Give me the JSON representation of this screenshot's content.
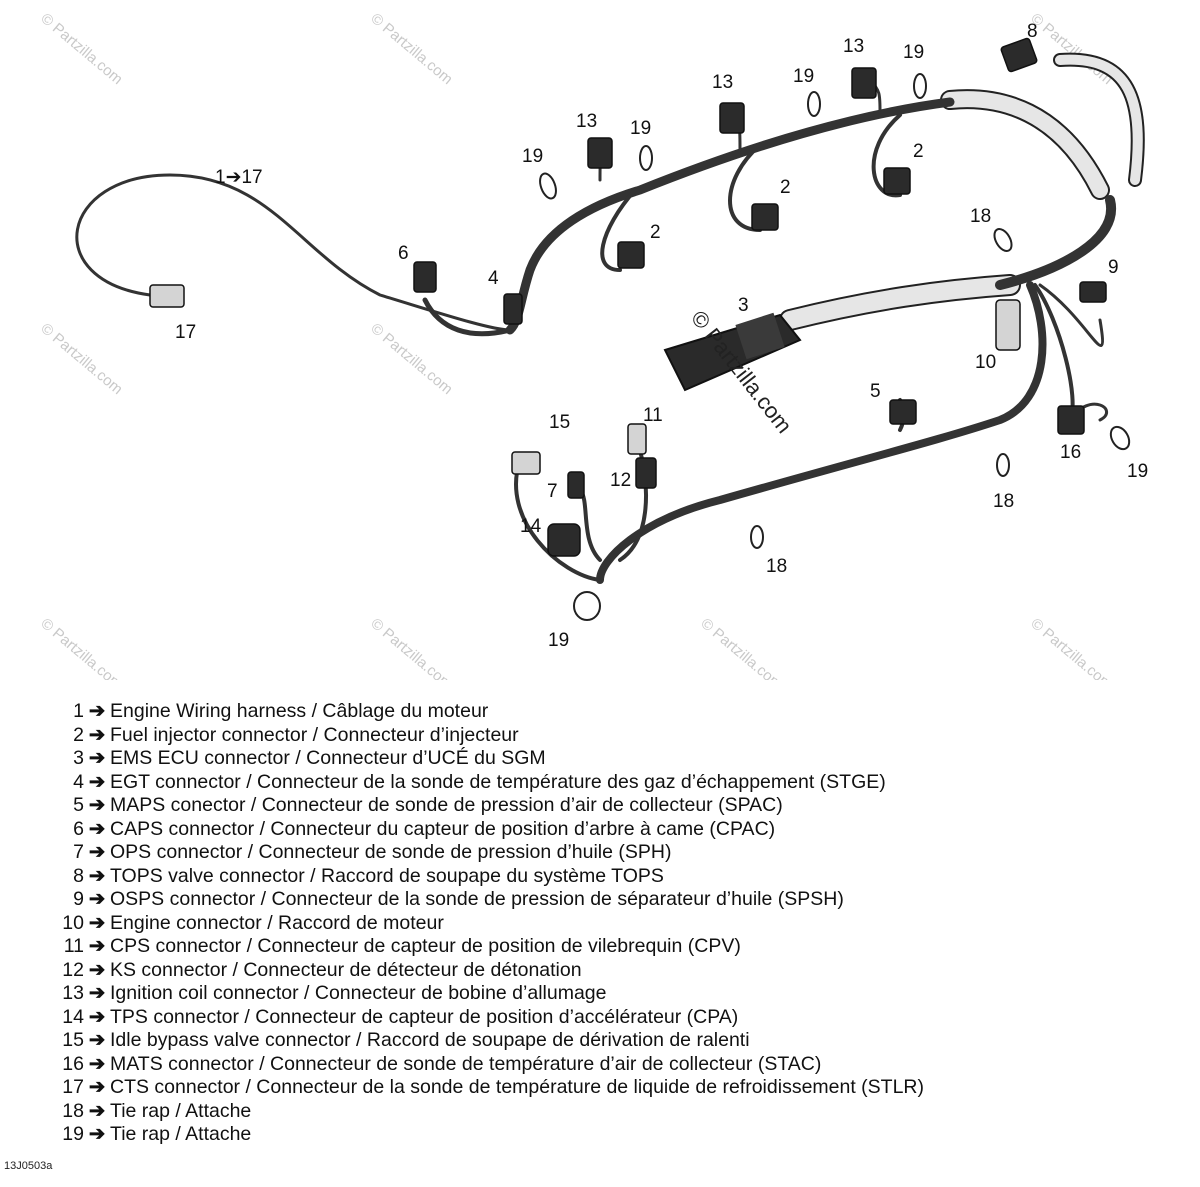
{
  "callouts": {
    "c1_17": "1➔17",
    "c17": "17",
    "c6": "6",
    "c4": "4",
    "c2a": "2",
    "c2b": "2",
    "c2c": "2",
    "c13a": "13",
    "c13b": "13",
    "c13c": "13",
    "c19a": "19",
    "c19b": "19",
    "c19c": "19",
    "c19d": "19",
    "c19e": "19",
    "c19f": "19",
    "c8": "8",
    "c18a": "18",
    "c18b": "18",
    "c18c": "18",
    "c9": "9",
    "c3": "3",
    "c10": "10",
    "c5": "5",
    "c16": "16",
    "c15": "15",
    "c11": "11",
    "c12": "12",
    "c7": "7",
    "c14": "14"
  },
  "watermark": "© Partzilla.com",
  "legend": [
    {
      "num": "1",
      "text": "Engine Wiring harness / Câblage du moteur"
    },
    {
      "num": "2",
      "text": "Fuel injector connector / Connecteur d’injecteur"
    },
    {
      "num": "3",
      "text": "EMS ECU connector / Connecteur d’UCÉ du SGM"
    },
    {
      "num": "4",
      "text": "EGT connector / Connecteur de la sonde de température des gaz d’échappement (STGE)"
    },
    {
      "num": "5",
      "text": "MAPS conector / Connecteur de sonde de pression d’air de collecteur (SPAC)"
    },
    {
      "num": "6",
      "text": "CAPS connector / Connecteur du capteur de position d’arbre à came (CPAC)"
    },
    {
      "num": "7",
      "text": "OPS connector / Connecteur de sonde de pression d’huile (SPH)"
    },
    {
      "num": "8",
      "text": "TOPS valve connector / Raccord de soupape du système TOPS"
    },
    {
      "num": "9",
      "text": "OSPS connector / Connecteur de la sonde de pression de séparateur d’huile (SPSH)"
    },
    {
      "num": "10",
      "text": "Engine connector / Raccord de moteur"
    },
    {
      "num": "11",
      "text": "CPS connector / Connecteur de capteur de position de vilebrequin (CPV)"
    },
    {
      "num": "12",
      "text": "KS connector / Connecteur de détecteur de détonation"
    },
    {
      "num": "13",
      "text": "Ignition coil connector / Connecteur de bobine d’allumage"
    },
    {
      "num": "14",
      "text": "TPS connector / Connecteur de capteur de position d’accélérateur (CPA)"
    },
    {
      "num": "15",
      "text": "Idle bypass valve connector / Raccord de soupape de dérivation de ralenti"
    },
    {
      "num": "16",
      "text": "MATS connector / Connecteur de sonde de température d’air de collecteur (STAC)"
    },
    {
      "num": "17",
      "text": "CTS connector / Connecteur de la sonde de température de liquide de refroidissement (STLR)"
    },
    {
      "num": "18",
      "text": "Tie rap / Attache"
    },
    {
      "num": "19",
      "text": "Tie rap / Attache"
    }
  ],
  "arrow": "➔",
  "figure_code": "13J0503a"
}
